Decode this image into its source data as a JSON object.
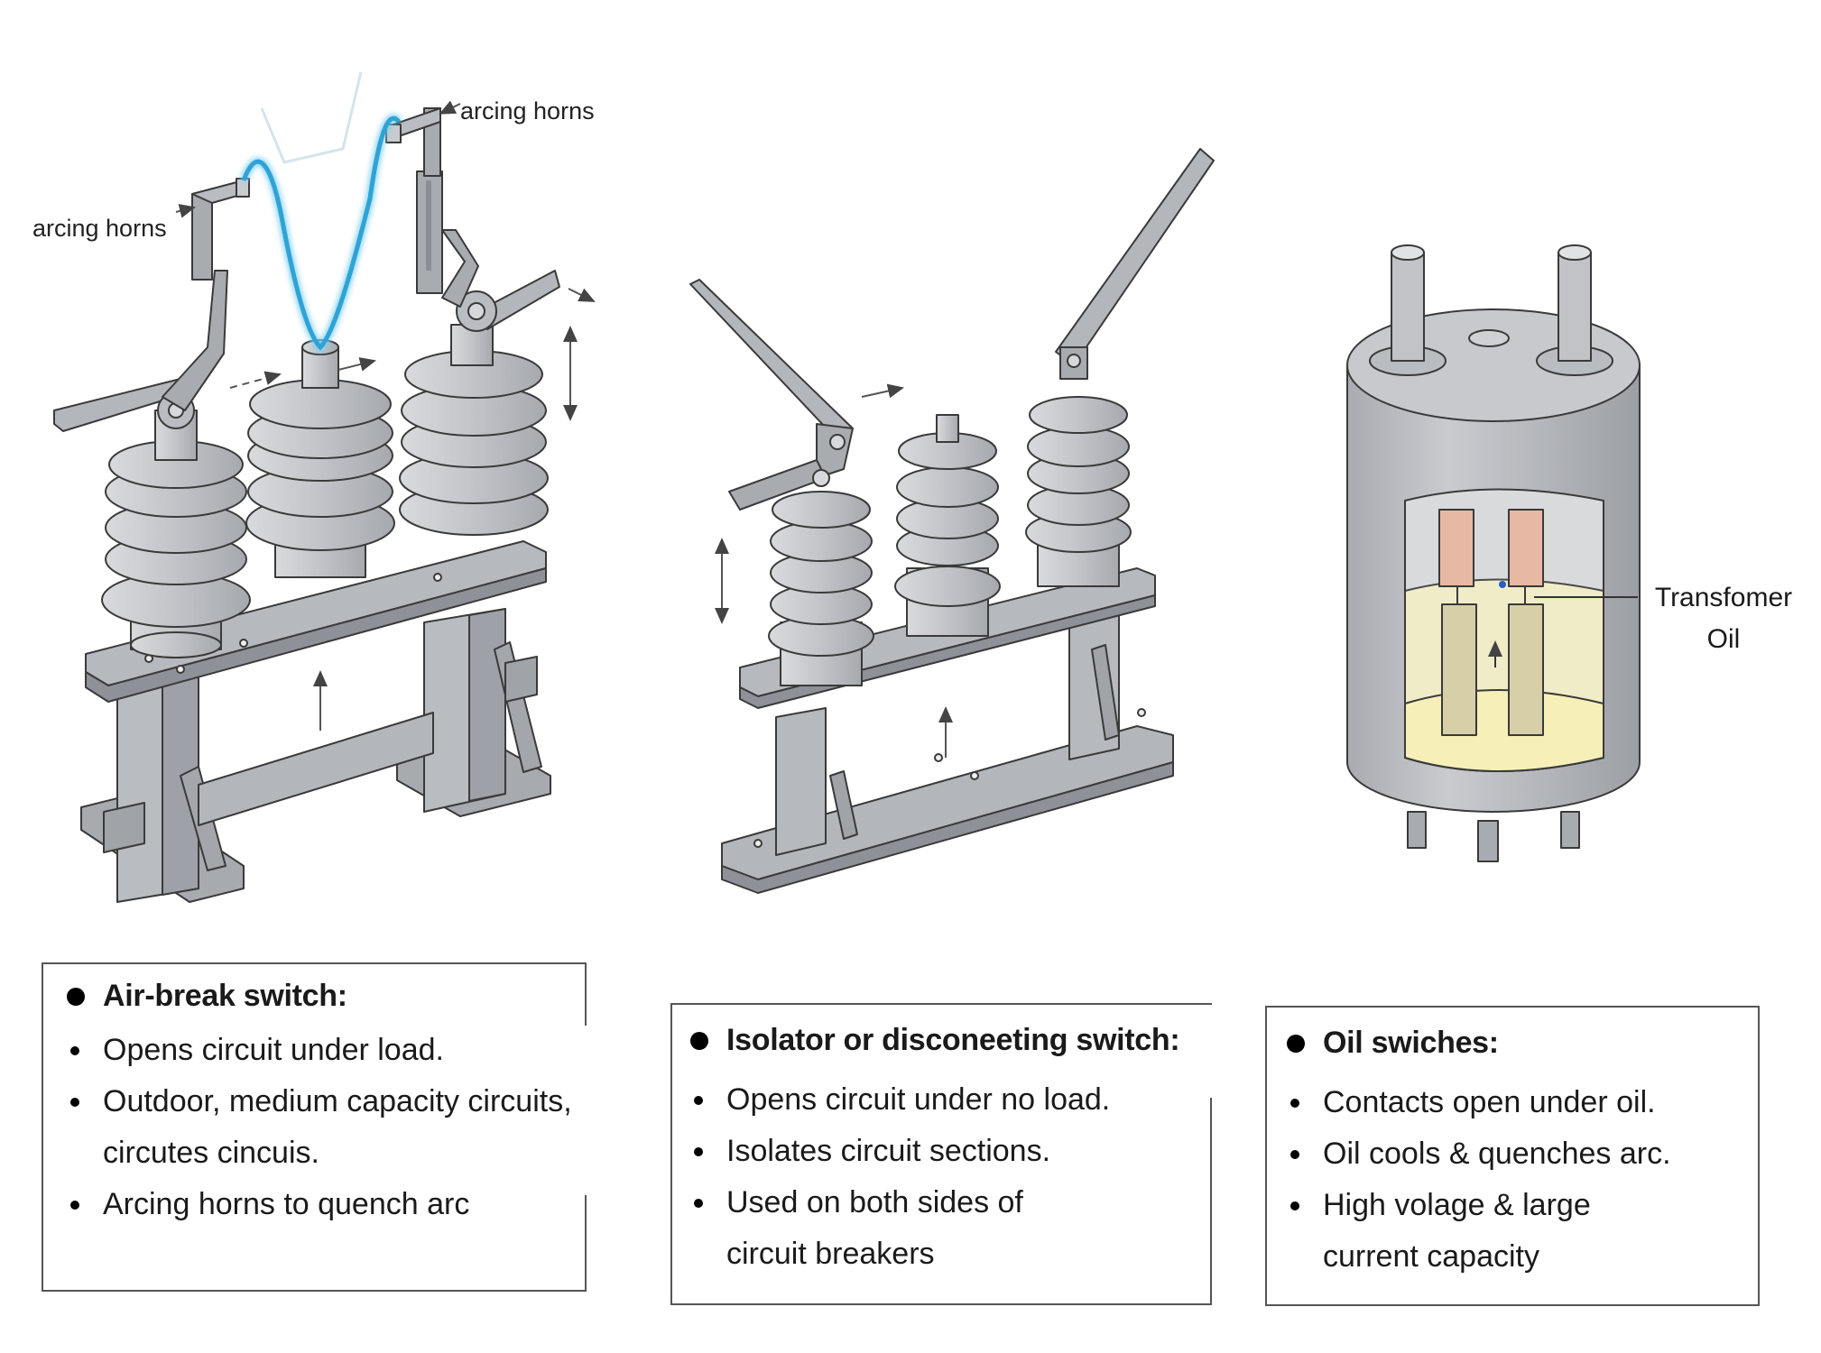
{
  "diagram": {
    "air_break": {
      "callout_left": "arcing horns",
      "callout_right": "arcing horns"
    },
    "oil_switch": {
      "label_line1": "Transfomer",
      "label_line2": "Oil"
    }
  },
  "panels": [
    {
      "title": "Air-break switch:",
      "items": [
        "Opens circuit under load.",
        "Outdoor, medium capacity circuits,\ncircutes cincuis.",
        "Arcing horns to quench arc"
      ]
    },
    {
      "title": "Isolator or disconeeting switch:",
      "items": [
        "Opens circuit under no load.",
        "Isolates circuit sections.",
        "Used on both sides of\ncircuit breakers"
      ]
    },
    {
      "title": "Oil swiches:",
      "items": [
        "Contacts open under oil.",
        "Oil cools & quenches arc.",
        "High volage & large\ncurrent capacity"
      ]
    }
  ],
  "colors": {
    "arc": "#2fa3d6",
    "metal": "#b9bcc1",
    "metal_dark": "#8d9096",
    "copper": "#e7b9a4",
    "oil": "#f3efc6",
    "border": "#555555"
  }
}
